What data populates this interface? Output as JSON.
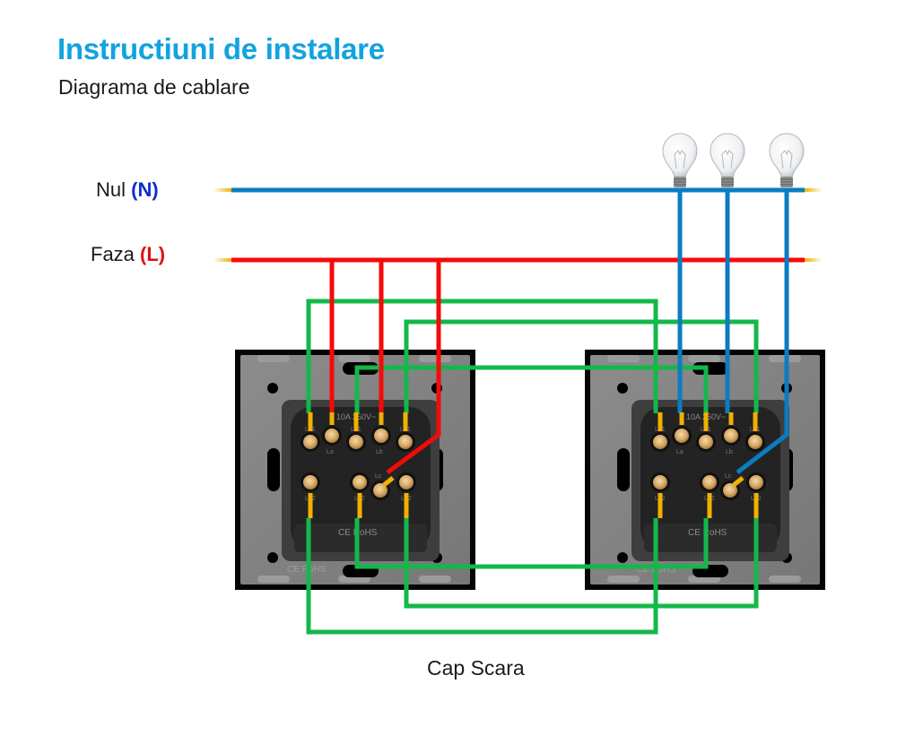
{
  "header": {
    "title": "Instructiuni de instalare",
    "subtitle": "Diagrama de cablare"
  },
  "wires": {
    "neutral": {
      "label": "Nul",
      "code": "(N)",
      "color": "#0b7cc1",
      "code_color": "#1030c8"
    },
    "phase": {
      "label": "Faza",
      "code": "(L)",
      "color": "#f50a0a",
      "code_color": "#e01010"
    },
    "traveler_color": "#14b84a",
    "lead_color": "#f2b100"
  },
  "lamps": {
    "count": 3,
    "icon": "light-bulb-icon"
  },
  "switches": [
    {
      "name": "switch-left",
      "rating_text": "10A 250V~",
      "top_terminals": [
        "Ln1",
        "La",
        "Ln1",
        "Lb",
        "Ln1"
      ],
      "bottom_terminals": [
        "Ln2",
        "Ln2",
        "Lc",
        "Ln2"
      ],
      "marks": [
        "CE",
        "RoHS"
      ]
    },
    {
      "name": "switch-right",
      "rating_text": "10A 250V~",
      "top_terminals": [
        "Ln1",
        "La",
        "Ln1",
        "Lb",
        "Ln1"
      ],
      "bottom_terminals": [
        "Ln2",
        "Ln2",
        "Lc",
        "Ln2"
      ],
      "marks": [
        "CE",
        "RoHS"
      ]
    }
  ],
  "caption": "Cap Scara"
}
